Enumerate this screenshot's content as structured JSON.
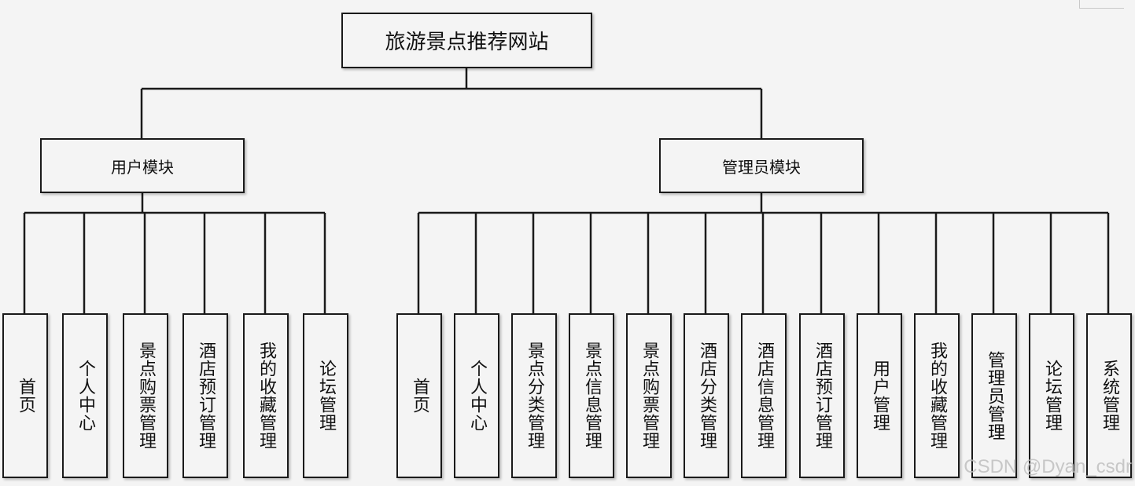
{
  "root": {
    "label": "旅游景点推荐网站"
  },
  "groups": [
    {
      "label": "用户模块",
      "children": [
        "首页",
        "个人中心",
        "景点购票管理",
        "酒店预订管理",
        "我的收藏管理",
        "论坛管理"
      ]
    },
    {
      "label": "管理员模块",
      "children": [
        "首页",
        "个人中心",
        "景点分类管理",
        "景点信息管理",
        "景点购票管理",
        "酒店分类管理",
        "酒店信息管理",
        "酒店预订管理",
        "用户管理",
        "我的收藏管理",
        "管理员管理",
        "论坛管理",
        "系统管理"
      ]
    }
  ],
  "watermark": "CSDN @Dyan_csdr",
  "colors": {
    "line": "#1a1a1a",
    "background": "#f4f4f4",
    "watermark": "#bebebe"
  }
}
